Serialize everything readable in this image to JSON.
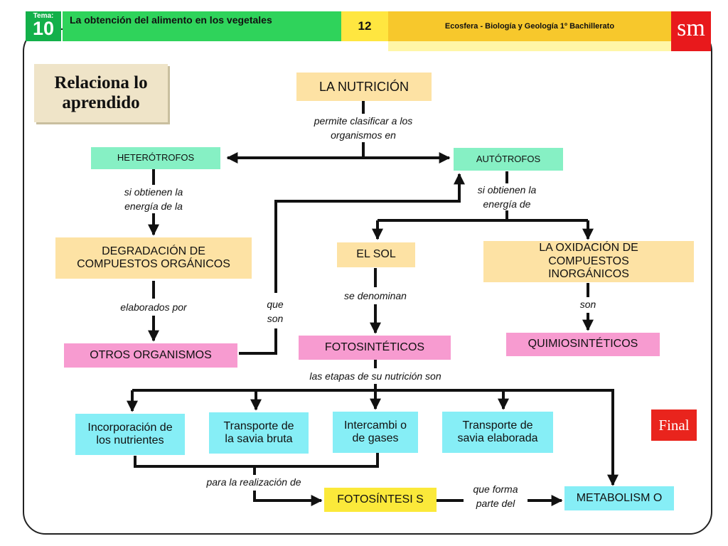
{
  "header": {
    "tema_label": "Tema:",
    "tema_number": "10",
    "title": "La obtención del alimento en los vegetales",
    "page_number": "12",
    "subtitle": "Ecosfera - Biología y Geología 1º Bachillerato",
    "logo": "sm"
  },
  "badge": {
    "relaciona": "Relaciona lo aprendido"
  },
  "nodes": {
    "la_nutricion": "LA NUTRICIÓN",
    "heterotrofos": "HETERÓTROFOS",
    "autotrofos": "AUTÓTROFOS",
    "degradacion": "DEGRADACIÓN DE COMPUESTOS ORGÁNICOS",
    "el_sol": "EL SOL",
    "oxidacion": "LA OXIDACIÓN DE COMPUESTOS INORGÁNICOS",
    "otros_organismos": "OTROS ORGANISMOS",
    "fotosinteticos": "FOTOSINTÉTICOS",
    "quimiosinteticos": "QUIMIOSINTÉTICOS",
    "incorporacion": "Incorporación de los nutrientes",
    "transporte_bruta": "Transporte de la savia bruta",
    "intercambio": "Intercambi o de gases",
    "transporte_elaborada": "Transporte de savia elaborada",
    "fotosintesis": "FOTOSÍNTESI S",
    "metabolismo": "METABOLISM O"
  },
  "connectors": {
    "permite": "permite clasificar a los organismos en",
    "si_obtienen_la": "si obtienen la energía de la",
    "si_obtienen_de": "si obtienen la energía de",
    "elaborados": "elaborados por",
    "que_son": "que son",
    "se_denominan": "se denominan",
    "son": "son",
    "etapas": "las etapas de su nutrición son",
    "para_realizacion": "para la realización de",
    "que_forma": "que forma parte del"
  },
  "buttons": {
    "final": "Final"
  },
  "colors": {
    "header_green": "#13b04a",
    "title_green": "#2fd35b",
    "page_yellow": "#ffe640",
    "sub_orange": "#f7c82c",
    "logo_red": "#e8191c",
    "node_peach": "#fde2a4",
    "node_green": "#86f0c4",
    "node_pink": "#f79bd0",
    "node_cyan": "#86eef6",
    "node_yellow": "#fbe93a",
    "final_red": "#e9241d"
  }
}
